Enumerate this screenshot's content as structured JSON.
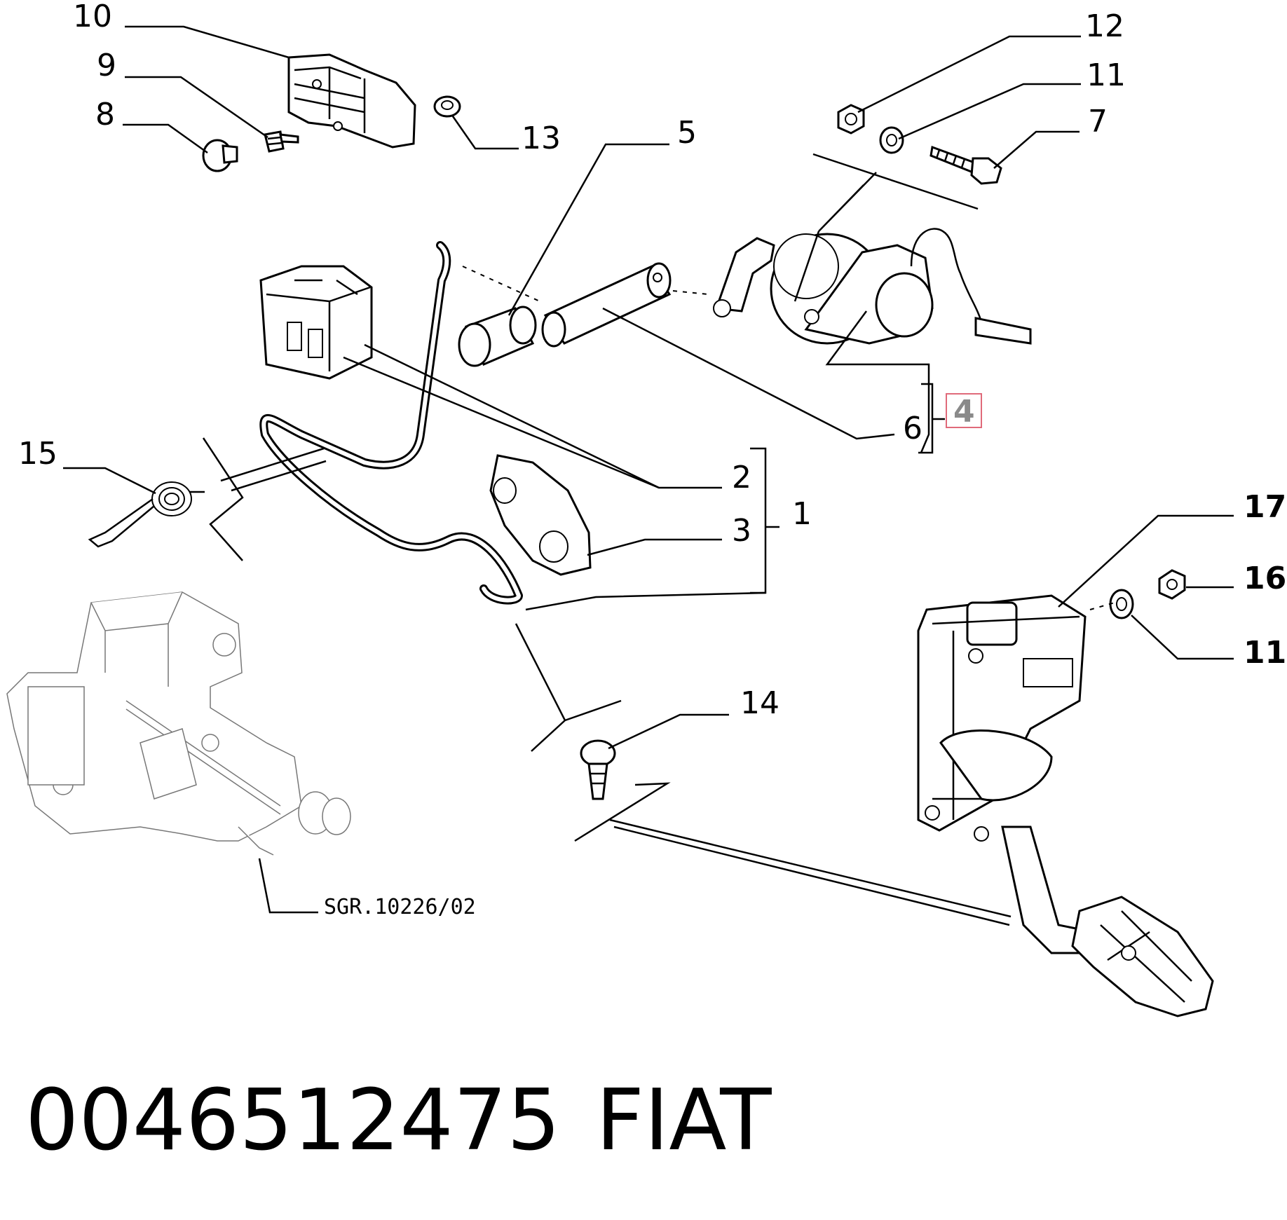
{
  "callouts": {
    "c1": "1",
    "c2": "2",
    "c3": "3",
    "c4": "4",
    "c5": "5",
    "c6": "6",
    "c7": "7",
    "c8": "8",
    "c9": "9",
    "c10": "10",
    "c11a": "11",
    "c11b": "11",
    "c12": "12",
    "c13": "13",
    "c14": "14",
    "c15": "15",
    "c16": "16",
    "c17": "17"
  },
  "highlight_color": "#e06a7a",
  "reference_code": "SGR.10226/02",
  "caption": {
    "part_number": "0046512475",
    "brand": "FIAT"
  }
}
